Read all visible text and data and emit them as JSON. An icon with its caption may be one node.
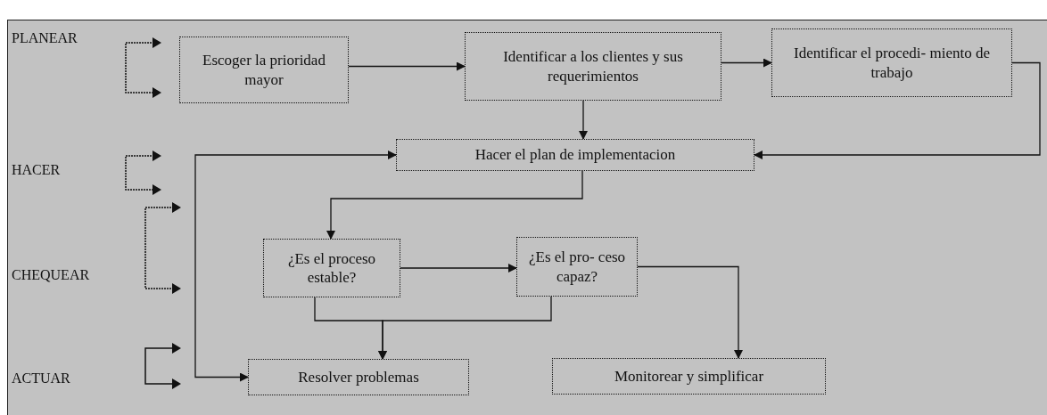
{
  "diagram": {
    "nodes": [
      {
        "text": [
          "Escoger la prioridad mayor"
        ]
      },
      {
        "text": [
          "Identificar a los clientes y sus requerimientos"
        ]
      },
      {
        "text": [
          "Identificar el procedi- miento de trabajo"
        ]
      },
      {
        "text": [
          "Hacer el plan de implementacion"
        ]
      },
      {
        "text": [
          "¿Es el proceso estable?"
        ]
      },
      {
        "text": [
          "¿Es el pro- ceso capaz?"
        ]
      },
      {
        "text": [
          "Resolver problemas"
        ]
      },
      {
        "text": [
          "Monitorear y simplificar"
        ]
      }
    ],
    "edges": [
      {
        "from": 0,
        "to": 1,
        "arrow": "to"
      },
      {
        "from": 1,
        "to": 2,
        "arrow": "to"
      },
      {
        "from": 1,
        "to": 3,
        "arrow": "to"
      },
      {
        "from": 2,
        "to": 3,
        "arrow": "to"
      },
      {
        "from": 3,
        "to": 4,
        "arrow": "to"
      },
      {
        "from": 4,
        "to": 5,
        "arrow": "to"
      },
      {
        "from": 4,
        "to": 6,
        "arrow": "to"
      },
      {
        "from": 5,
        "to": 6,
        "arrow": "to"
      },
      {
        "from": 5,
        "to": 7,
        "arrow": "to"
      },
      {
        "from": 6,
        "to": 3,
        "arrow": "both"
      }
    ],
    "labels": [
      "PLANEAR",
      "HACER",
      "CHEQUEAR",
      "ACTUAR"
    ]
  }
}
